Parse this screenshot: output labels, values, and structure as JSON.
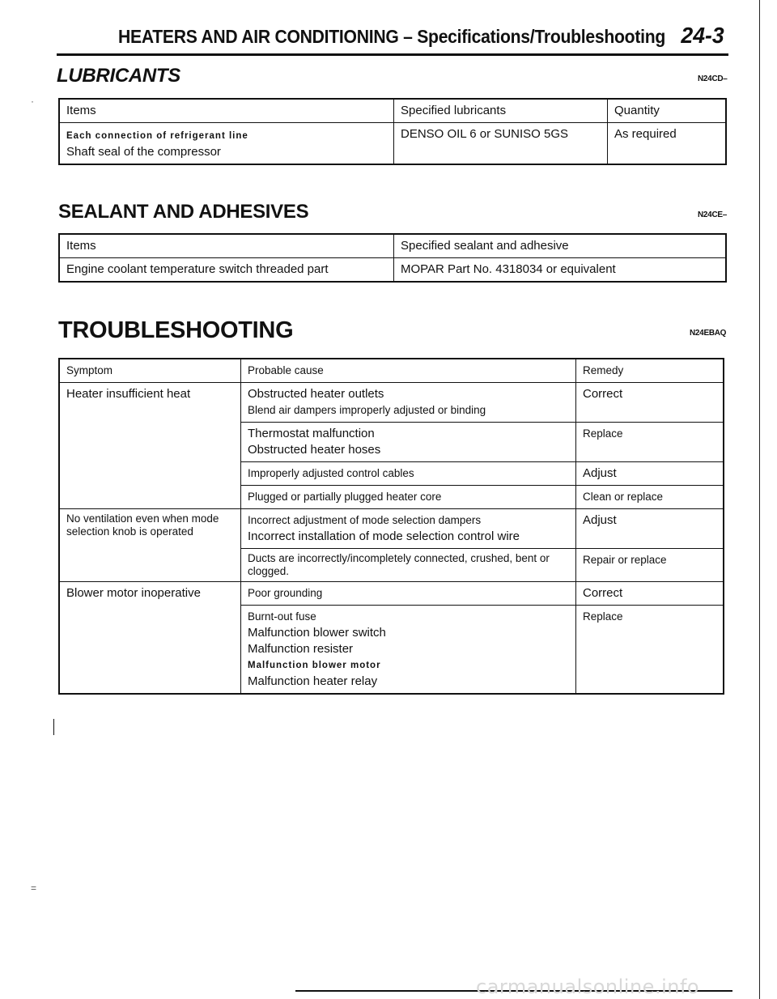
{
  "header": {
    "title": "HEATERS AND AIR CONDITIONING – Specifications/Troubleshooting",
    "page_number": "24-3"
  },
  "lubricants": {
    "title": "LUBRICANTS",
    "code": "N24CD–",
    "headers": [
      "Items",
      "Specified lubricants",
      "Quantity"
    ],
    "rows": [
      {
        "items": [
          "Each connection of refrigerant line",
          "Shaft seal of the compressor"
        ],
        "lubricant": "DENSO OIL 6 or SUNISO 5GS",
        "quantity": "As required"
      }
    ]
  },
  "sealant": {
    "title": "SEALANT AND ADHESIVES",
    "code": "N24CE–",
    "headers": [
      "Items",
      "Specified sealant and adhesive"
    ],
    "rows": [
      {
        "item": "Engine coolant temperature switch threaded part",
        "spec": "MOPAR Part No. 4318034 or equivalent"
      }
    ]
  },
  "troubleshooting": {
    "title": "TROUBLESHOOTING",
    "code": "N24EBAQ",
    "headers": [
      "Symptom",
      "Probable cause",
      "Remedy"
    ],
    "groups": [
      {
        "symptom": "Heater insufficient heat",
        "entries": [
          {
            "causes": [
              "Obstructed heater outlets",
              "Blend air dampers improperly adjusted or binding"
            ],
            "remedy": "Correct"
          },
          {
            "causes": [
              "Thermostat malfunction",
              "Obstructed heater hoses"
            ],
            "remedy": "Replace"
          },
          {
            "causes": [
              "Improperly adjusted control cables"
            ],
            "remedy": "Adjust"
          },
          {
            "causes": [
              "Plugged or partially plugged heater core"
            ],
            "remedy": "Clean or replace"
          }
        ]
      },
      {
        "symptom": "No ventilation even when mode selection knob is operated",
        "entries": [
          {
            "causes": [
              "Incorrect adjustment of mode selection dampers",
              "Incorrect installation of mode selection control wire"
            ],
            "remedy": "Adjust"
          },
          {
            "causes": [
              "Ducts are incorrectly/incompletely connected, crushed, bent or clogged."
            ],
            "remedy": "Repair or replace"
          }
        ]
      },
      {
        "symptom": "Blower motor inoperative",
        "entries": [
          {
            "causes": [
              "Poor grounding"
            ],
            "remedy": "Correct"
          },
          {
            "causes": [
              "Burnt-out fuse",
              "Malfunction blower switch",
              "Malfunction resister",
              "Malfunction blower motor",
              "Malfunction heater relay"
            ],
            "remedy": "Replace"
          }
        ]
      }
    ]
  },
  "watermark": "carmanualsonline.info"
}
